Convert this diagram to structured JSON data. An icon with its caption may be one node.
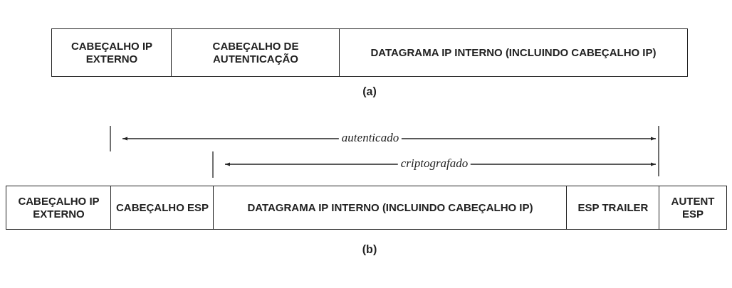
{
  "diagram": {
    "nodes": [
      {
        "text": [
          "CABEÇALHO IP EXTERNO"
        ]
      },
      {
        "text": [
          "CABEÇALHO DE AUTENTICAÇÃO"
        ]
      },
      {
        "text": [
          "DATAGRAMA IP INTERNO (INCLUINDO CABEÇALHO IP)"
        ]
      },
      {
        "text": [
          "CABEÇALHO IP EXTERNO"
        ]
      },
      {
        "text": [
          "CABEÇALHO ESP"
        ]
      },
      {
        "text": [
          "DATAGRAMA IP INTERNO (INCLUINDO CABEÇALHO IP)"
        ]
      },
      {
        "text": [
          "ESP TRAILER"
        ]
      },
      {
        "text": [
          "AUTENT ESP"
        ]
      }
    ],
    "labels": [
      "(a)",
      "autenticado",
      "criptografado",
      "(b)"
    ]
  }
}
